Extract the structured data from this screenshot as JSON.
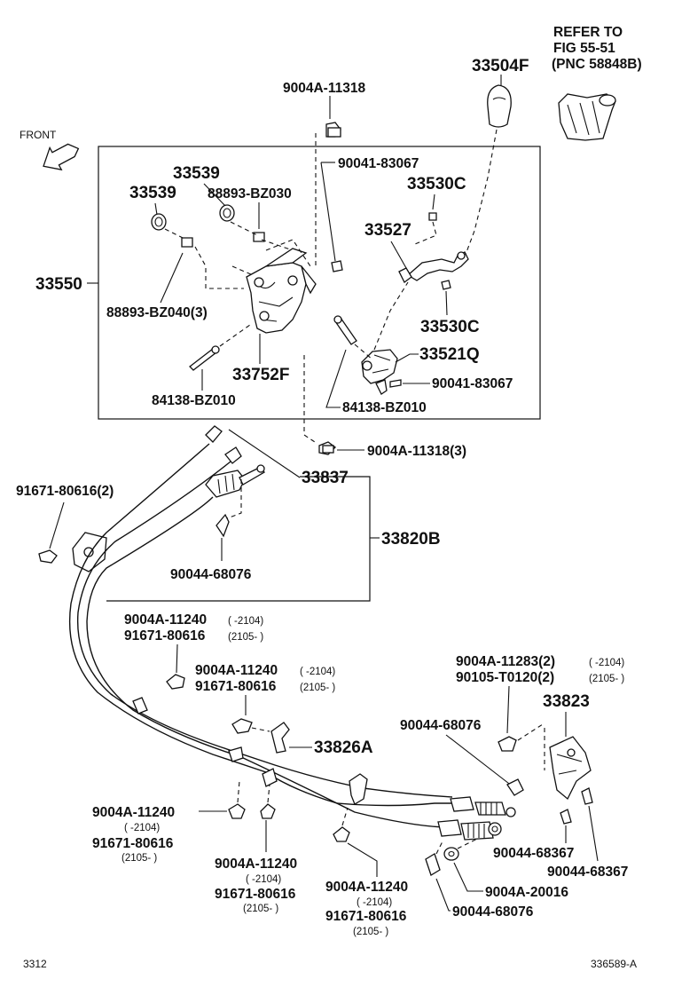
{
  "labels": {
    "refer_line1": "REFER TO",
    "refer_line2": "FIG 55-51",
    "refer_line3": "(PNC 58848B)",
    "front": "FRONT",
    "p33504F": "33504F",
    "p9004A_11318_top": "9004A-11318",
    "p90041_83067_top": "90041-83067",
    "p33539_a": "33539",
    "p33539_b": "33539",
    "p88893_BZ030": "88893-BZ030",
    "p33530C_top": "33530C",
    "p33527": "33527",
    "p33550": "33550",
    "p88893_BZ040": "88893-BZ040(3)",
    "p33530C_bot": "33530C",
    "p33752F": "33752F",
    "p33521Q": "33521Q",
    "p84138_BZ010_left": "84138-BZ010",
    "p90041_83067_bot": "90041-83067",
    "p84138_BZ010_right": "84138-BZ010",
    "p9004A_11318_3": "9004A-11318(3)",
    "p91671_80616_2": "91671-80616(2)",
    "p33837": "33837",
    "p33820B": "33820B",
    "p90044_68076_a": "90044-68076",
    "g1_l1": "9004A-11240",
    "g1_r1": "(      -2104)",
    "g1_l2": "91671-80616",
    "g1_r2": "(2105-      )",
    "g2_l1": "9004A-11240",
    "g2_r1": "(      -2104)",
    "g2_l2": "91671-80616",
    "g2_r2": "(2105-      )",
    "g3_l1": "9004A-11283(2)",
    "g3_r1": "(      -2104)",
    "g3_l2": "90105-T0120(2)",
    "g3_r2": "(2105-      )",
    "p90044_68076_b": "90044-68076",
    "p33823": "33823",
    "p33826A": "33826A",
    "g4_l1": "9004A-11240",
    "g4_s1": "(      -2104)",
    "g4_l2": "91671-80616",
    "g4_s2": "(2105-      )",
    "p90044_68367_a": "90044-68367",
    "p90044_68367_b": "90044-68367",
    "g5_l1": "9004A-11240",
    "g5_s1": "(      -2104)",
    "g5_l2": "91671-80616",
    "g5_s2": "(2105-      )",
    "g6_l1": "9004A-11240",
    "g6_s1": "(      -2104)",
    "g6_l2": "91671-80616",
    "g6_s2": "(2105-      )",
    "p9004A_20016": "9004A-20016",
    "p90044_68076_c": "90044-68076",
    "footer_left": "3312",
    "footer_right": "336589-A"
  }
}
